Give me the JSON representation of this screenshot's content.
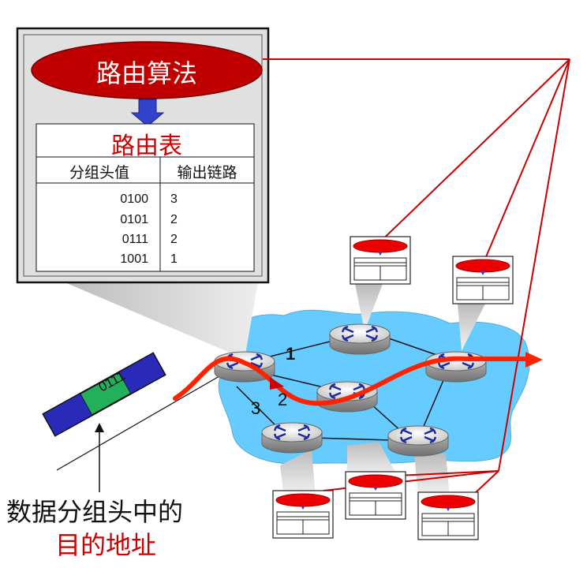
{
  "algorithm": {
    "label": "路由算法"
  },
  "routing_table": {
    "title": "路由表",
    "header_col1": "分组头值",
    "header_col2": "输出链路",
    "rows": [
      {
        "header_value": "0100",
        "output_link": "3"
      },
      {
        "header_value": "0101",
        "output_link": "2"
      },
      {
        "header_value": "0111",
        "output_link": "2"
      },
      {
        "header_value": "1001",
        "output_link": "1"
      }
    ]
  },
  "packet": {
    "header_label": "0111"
  },
  "link_labels": {
    "link1": "1",
    "link2": "2",
    "link3": "3"
  },
  "caption": {
    "line1": "数据分组头中的",
    "line2": "目的地址"
  },
  "colors": {
    "algorithm_fill": "#c00000",
    "table_title": "#d00000",
    "network_cloud": "#66ccff",
    "path": "#ff2200",
    "packet_body": "#2a2ab8",
    "packet_header": "#22b05a",
    "arrow_down": "#3344cc"
  }
}
